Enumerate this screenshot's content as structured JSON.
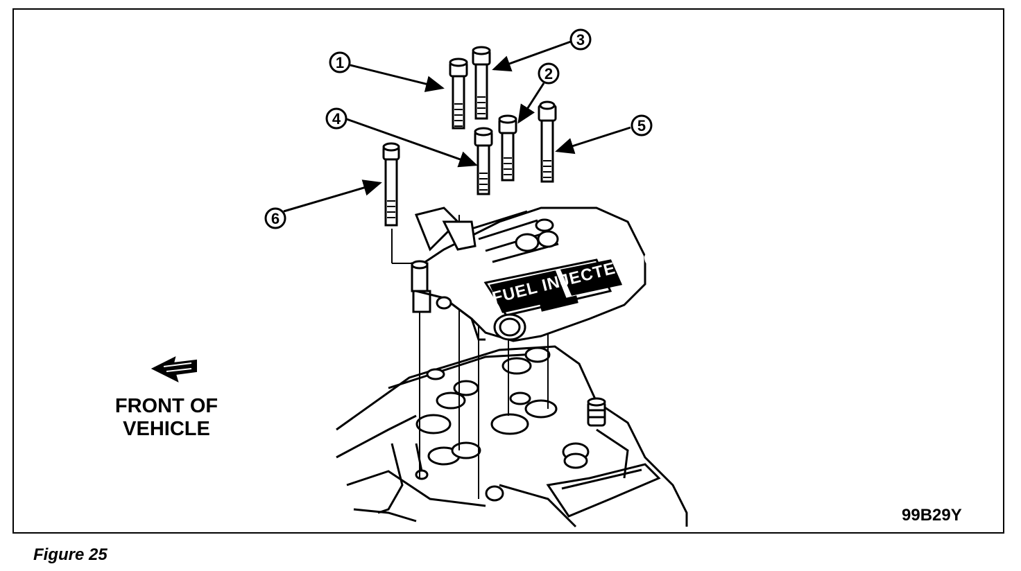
{
  "callouts": [
    "1",
    "2",
    "3",
    "4",
    "5",
    "6"
  ],
  "manifold_text": "FUEL INJECTED V6",
  "direction_label": {
    "line1": "FRONT OF",
    "line2": "VEHICLE"
  },
  "figure_code": "99B29Y",
  "caption": "Figure 25"
}
